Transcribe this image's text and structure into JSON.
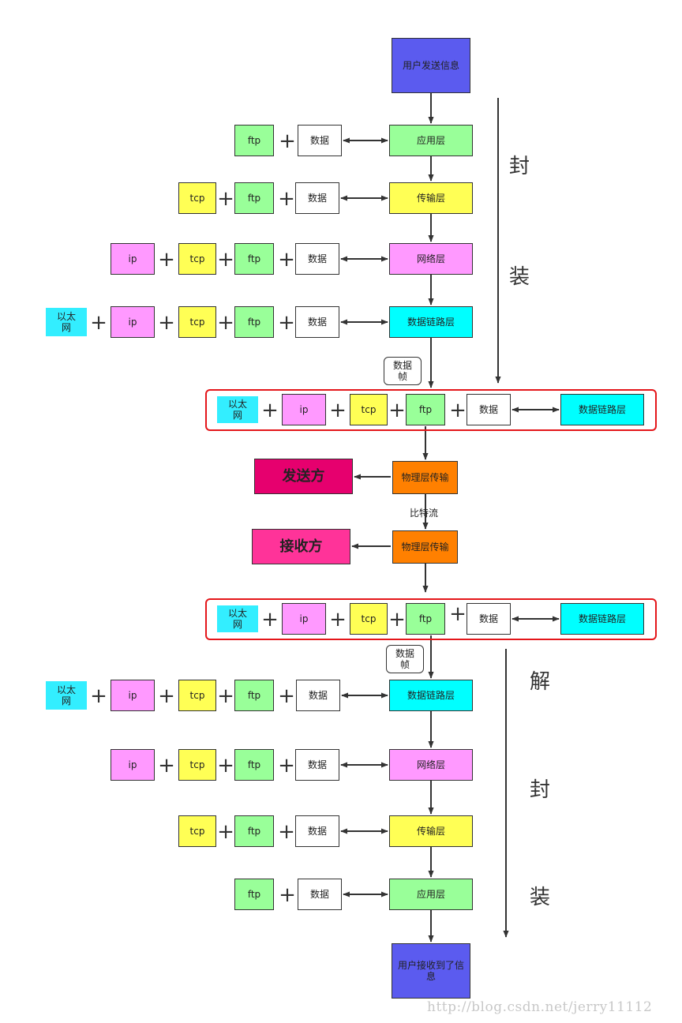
{
  "diagram": {
    "user_send": "用户发送信息",
    "user_receive": "用户接收到了信息",
    "layers": {
      "application": "应用层",
      "transport": "传输层",
      "network": "网络层",
      "datalink": "数据链路层",
      "physical": "物理层传输"
    },
    "blocks": {
      "ethernet": "以太网",
      "ip": "ip",
      "tcp": "tcp",
      "ftp": "ftp",
      "data": "数据"
    },
    "plus_sign": "+",
    "frame_label": "数据帧",
    "bitstream_label": "比特流",
    "sender": "发送方",
    "receiver": "接收方",
    "encapsulation_chars": [
      "封",
      "装"
    ],
    "decapsulation_chars": [
      "解",
      "封",
      "装"
    ],
    "watermark": "http://blog.csdn.net/jerry11112"
  },
  "colors": {
    "user": "#5b5bef",
    "application_ftp": "#99ff99",
    "transport_tcp": "#ffff55",
    "network_ip": "#ff99ff",
    "datalink_ethernet": "#00ffff",
    "physical": "#ff8000",
    "sender": "#e6006e",
    "receiver": "#ff3399",
    "data": "#ffffff",
    "frame_border": "#e4161a"
  }
}
